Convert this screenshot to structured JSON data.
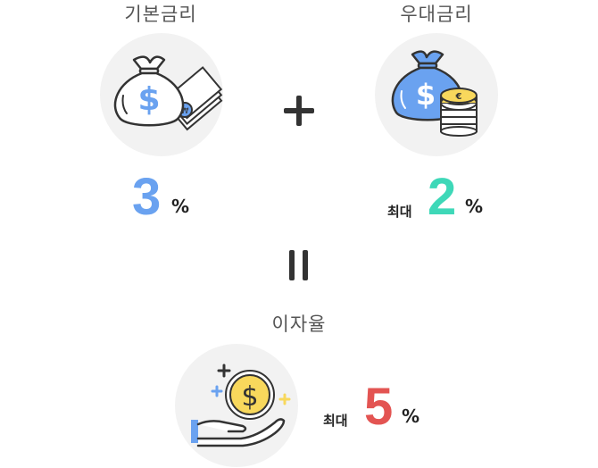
{
  "basic_rate": {
    "label": "기본금리",
    "value": "3",
    "unit": "%",
    "color": "#6aa2f0"
  },
  "plus_symbol": "plus-icon",
  "preferential_rate": {
    "label": "우대금리",
    "prefix": "최대",
    "value": "2",
    "unit": "%",
    "color": "#3ed8b8"
  },
  "equals_symbol": "equals-icon",
  "interest_rate": {
    "label": "이자율",
    "prefix": "최대",
    "value": "5",
    "unit": "%",
    "color": "#e35452"
  },
  "icons": {
    "basic": "money-bag-with-banknotes-icon",
    "preferential": "money-bag-with-coins-icon",
    "interest": "hand-holding-coin-icon"
  }
}
